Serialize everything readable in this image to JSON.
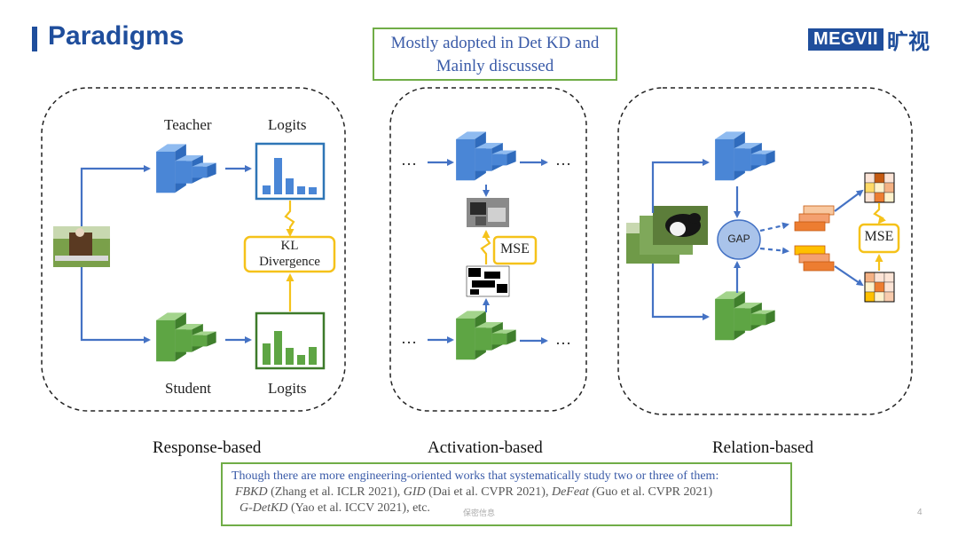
{
  "slide": {
    "title": "Paradigms",
    "logo_text": "MEGVII",
    "logo_cn": "旷视",
    "callout_line1": "Mostly adopted in Det KD and",
    "callout_line2": "Mainly discussed",
    "watermark": "保密信息",
    "page_number": "4"
  },
  "response": {
    "teacher_label": "Teacher",
    "logits_top_label": "Logits",
    "kl_line1": "KL",
    "kl_line2": "Divergence",
    "student_label": "Student",
    "logits_bottom_label": "Logits",
    "caption": "Response-based"
  },
  "activation": {
    "ellipsis": "…",
    "mse_label": "MSE",
    "caption": "Activation-based"
  },
  "relation": {
    "gap_label": "GAP",
    "mse_label": "MSE",
    "caption": "Relation-based"
  },
  "note": {
    "line1": "Though there are more engineering-oriented works that systematically study two or three of them:",
    "fbkd": "FBKD",
    "fbkd_ref": " (Zhang et al. ICLR 2021), ",
    "gid": "GID",
    "gid_ref": " (Dai et al. CVPR 2021), ",
    "defeat": "DeFeat (",
    "defeat_ref": "Guo et al. CVPR 2021)",
    "gdetkd": "G-DetKD",
    "gdetkd_ref": " (Yao et al. ICCV 2021), etc."
  },
  "colors": {
    "teacher": "#4a86d6",
    "student": "#5ea544",
    "highlight": "#f5c21a",
    "title": "#1f4e9c"
  }
}
